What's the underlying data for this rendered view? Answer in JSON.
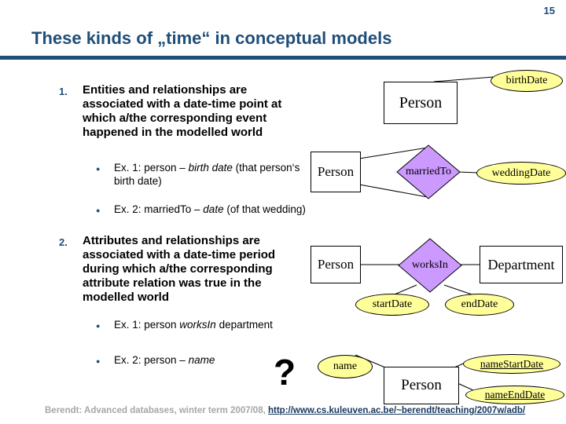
{
  "slide": {
    "page_number": "15",
    "title": "These kinds of „time“ in conceptual models"
  },
  "list": {
    "items": [
      {
        "number": "1.",
        "text": "Entities and relationships are associated with a date-time point at which a/the corresponding event happened in the modelled world",
        "bullets": [
          {
            "marker": "●",
            "pre": "Ex. 1: person – ",
            "italic": "birth date",
            "post": " (that person‘s birth date)"
          },
          {
            "marker": "●",
            "pre": "Ex. 2: marriedTo – ",
            "italic": "date",
            "post": " (of that wedding)"
          }
        ]
      },
      {
        "number": "2.",
        "text": "Attributes and relationships are associated with a date-time period during which a/the corresponding attribute relation was true in the modelled world",
        "bullets": [
          {
            "marker": "●",
            "pre": "Ex. 1: person ",
            "italic": "worksIn",
            "post": " department"
          },
          {
            "marker": "●",
            "pre": "Ex. 2: person – ",
            "italic": "name",
            "post": ""
          }
        ]
      }
    ]
  },
  "diagram": {
    "question_mark": "?",
    "entities": [
      {
        "id": "person-birth",
        "label": "Person"
      },
      {
        "id": "person-married",
        "label": "Person"
      },
      {
        "id": "person-works",
        "label": "Person"
      },
      {
        "id": "department",
        "label": "Department"
      },
      {
        "id": "person-name",
        "label": "Person"
      }
    ],
    "relationships": [
      {
        "id": "marriedTo",
        "label": "marriedTo"
      },
      {
        "id": "worksIn",
        "label": "worksIn"
      }
    ],
    "attributes": [
      {
        "id": "birthDate",
        "label": "birthDate",
        "underlined": false
      },
      {
        "id": "weddingDate",
        "label": "weddingDate",
        "underlined": false
      },
      {
        "id": "startDate",
        "label": "startDate",
        "underlined": false
      },
      {
        "id": "endDate",
        "label": "endDate",
        "underlined": false
      },
      {
        "id": "name",
        "label": "name",
        "underlined": false
      },
      {
        "id": "nameStartDate",
        "label": "nameStartDate",
        "underlined": true
      },
      {
        "id": "nameEndDate",
        "label": "nameEndDate",
        "underlined": true
      }
    ]
  },
  "footer": {
    "credit": "Berendt: Advanced databases, winter term 2007/08, ",
    "link": "http://www.cs.kuleuven.ac.be/~berendt/teaching/2007w/adb/"
  },
  "colors": {
    "accent_navy": "#1F4E79",
    "attribute_fill": "#FFFF99",
    "relationship_fill": "#CC99FF",
    "entity_fill": "#FFFFFF",
    "footer_gray": "#A6A6A6",
    "link_navy": "#17365D"
  }
}
